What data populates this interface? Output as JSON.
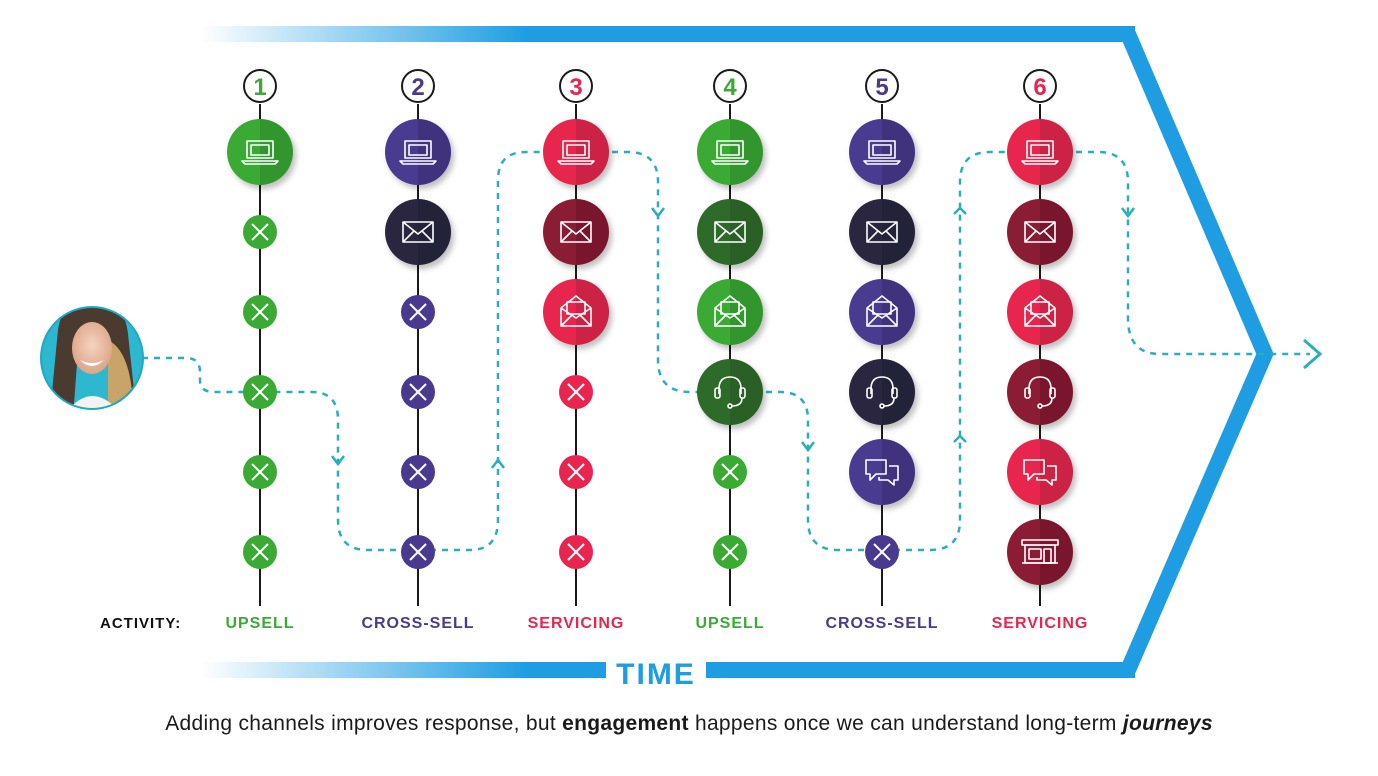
{
  "activity_label": "ACTIVITY:",
  "time_label": "TIME",
  "caption": {
    "part1": "Adding channels improves response, but ",
    "bold": "engagement",
    "part2": " happens once we can understand long-term ",
    "italic": "journeys"
  },
  "colors": {
    "arrow": "#1e9de2",
    "path": "#2aaebc",
    "upsell": "#3aaa35",
    "cross_sell": "#4a3a8f",
    "servicing": "#e8254e"
  },
  "steps": [
    {
      "number": "1",
      "activity": "UPSELL",
      "theme": "upsell",
      "nodes": [
        "laptop-icon",
        "x",
        "x",
        "x",
        "x",
        "x"
      ]
    },
    {
      "number": "2",
      "activity": "CROSS-SELL",
      "theme": "cross_sell",
      "nodes": [
        "laptop-icon",
        "mail-icon",
        "x",
        "x",
        "x",
        "x"
      ]
    },
    {
      "number": "3",
      "activity": "SERVICING",
      "theme": "servicing",
      "nodes": [
        "laptop-icon",
        "mail-icon",
        "open-mail-icon",
        "x",
        "x",
        "x"
      ]
    },
    {
      "number": "4",
      "activity": "UPSELL",
      "theme": "upsell",
      "nodes": [
        "laptop-icon",
        "mail-icon",
        "open-mail-icon",
        "headset-icon",
        "x",
        "x"
      ]
    },
    {
      "number": "5",
      "activity": "CROSS-SELL",
      "theme": "cross_sell",
      "nodes": [
        "laptop-icon",
        "mail-icon",
        "open-mail-icon",
        "headset-icon",
        "chat-icon",
        "x"
      ]
    },
    {
      "number": "6",
      "activity": "SERVICING",
      "theme": "servicing",
      "nodes": [
        "laptop-icon",
        "mail-icon",
        "open-mail-icon",
        "headset-icon",
        "chat-icon",
        "store-icon"
      ]
    }
  ]
}
